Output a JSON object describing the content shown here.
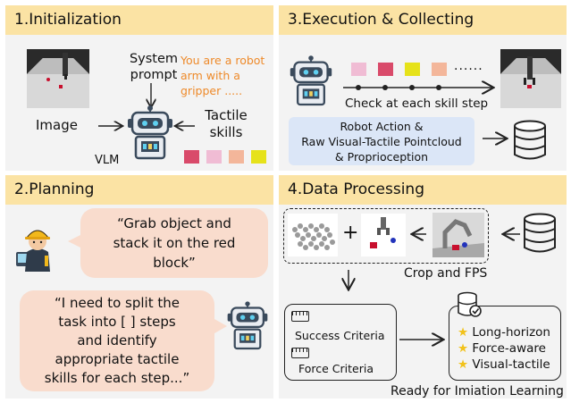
{
  "panels": {
    "p1": {
      "title": "1.Initialization"
    },
    "p2": {
      "title": "2.Planning"
    },
    "p3": {
      "title": "3.Execution & Collecting"
    },
    "p4": {
      "title": "4.Data Processing"
    }
  },
  "init": {
    "system_prompt_line1": "System",
    "system_prompt_line2": "prompt",
    "prompt_text": [
      "You are a robot",
      "arm with a",
      "gripper ....."
    ],
    "image_label": "Image",
    "tactile_label_1": "Tactile",
    "tactile_label_2": "skills",
    "vlm_label": "VLM",
    "skill_colors": [
      "#d94a6a",
      "#f0bcd4",
      "#f3b69a",
      "#e6e21a"
    ]
  },
  "planning": {
    "user_quote": [
      "“Grab object and",
      "stack it on the red",
      "block”"
    ],
    "robot_quote": [
      "“I need to split the",
      "task into [ ] steps",
      "and identify",
      "appropriate tactile",
      "skills for each step...”"
    ]
  },
  "execution": {
    "step_colors": [
      "#f0bcd4",
      "#d94a6a",
      "#e6e21a",
      "#f3b69a"
    ],
    "dots": "......",
    "check_label": "Check at each skill step",
    "collect_box": [
      "Robot Action &",
      "Raw Visual-Tactile Pointcloud",
      "& Proprioception"
    ]
  },
  "processing": {
    "plus": "+",
    "crop_label": "Crop and FPS",
    "criteria": [
      "Success Criteria",
      "Force Criteria"
    ],
    "features": [
      "Long-horizon",
      "Force-aware",
      "Visual-tactile"
    ],
    "ready_label": "Ready for Imiation Learning",
    "star_color": "#f2c21b"
  },
  "colors": {
    "panel_bg": "#f3f3f3",
    "header_bg": "#fbe3a4",
    "prompt_orange": "#ee8a2a",
    "bubble_bg": "#f9dccd",
    "collect_bg": "#dbe6f7",
    "robot_body": "#3a4a5c"
  }
}
